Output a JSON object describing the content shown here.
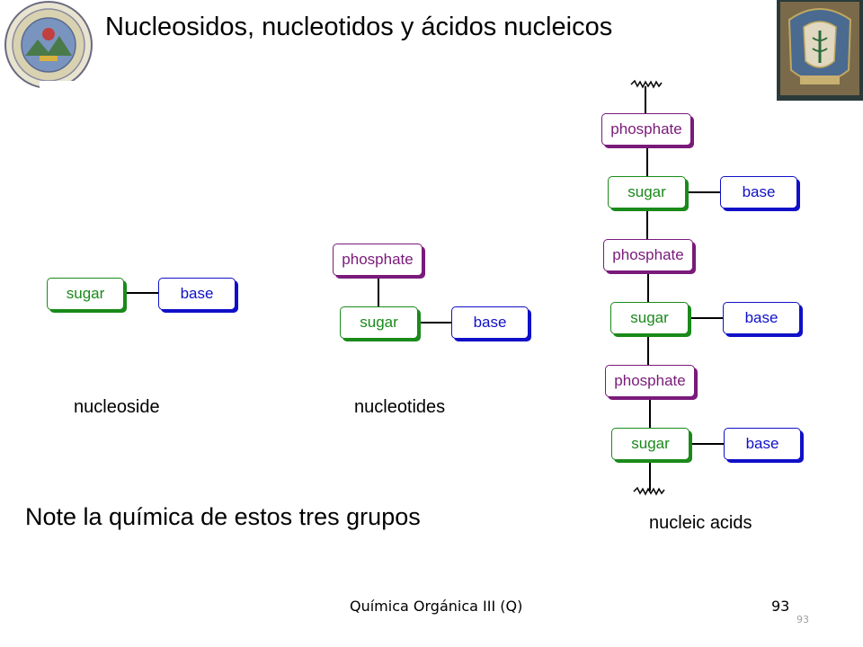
{
  "slide": {
    "title": "Nucleosidos, nucleotidos y ácidos nucleicos",
    "note": "Note la química de estos tres grupos",
    "footer": "Química Orgánica III (Q)",
    "page_number": "93",
    "page_number_small": "93"
  },
  "diagram": {
    "labels": {
      "sugar": "sugar",
      "base": "base",
      "phosphate": "phosphate"
    },
    "captions": {
      "nucleoside": "nucleoside",
      "nucleotides": "nucleotides",
      "nucleic_acids": "nucleic acids"
    },
    "colors": {
      "sugar": "#1a8a1a",
      "base": "#1010c8",
      "phosphate": "#7a1a7a"
    }
  }
}
